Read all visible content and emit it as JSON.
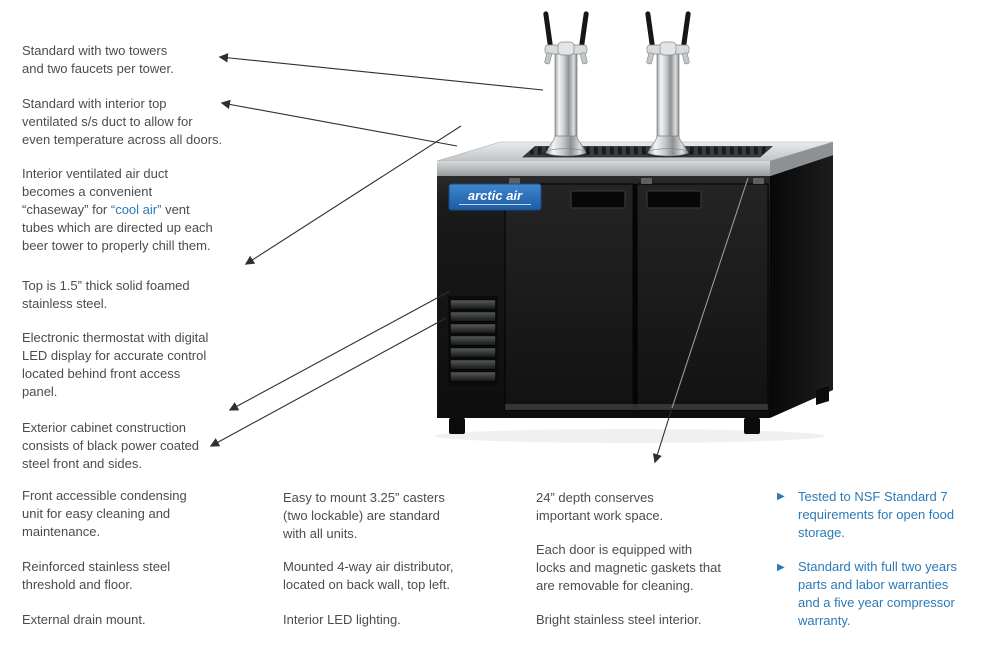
{
  "colors": {
    "accent_blue": "#2b7ab8",
    "body_text": "#4c4c4c",
    "arrow": "#2f2f2f",
    "cabinet_black": "#141414",
    "stainless": "#c9cdcf"
  },
  "brand": {
    "name": "arctic air"
  },
  "bullet_icon": "▶",
  "callouts": {
    "left": [
      {
        "text": "Standard with two towers\nand two faucets per tower."
      },
      {
        "text": "Standard with interior top\nventilated s/s duct to allow for\neven temperature across all doors."
      },
      {
        "part1": "Interior ventilated air duct\nbecomes a convenient\n“chaseway” for ",
        "highlight": "“cool air”",
        "part2": " vent\ntubes which are directed up each\nbeer tower to properly chill them."
      },
      {
        "text": "Top is 1.5” thick solid foamed\nstainless steel."
      },
      {
        "text": "Electronic thermostat with digital\nLED display for accurate control\nlocated behind front access\npanel."
      },
      {
        "text": "Exterior cabinet construction\nconsists of black power coated\nsteel front and sides."
      },
      {
        "text": "Front accessible condensing\nunit for easy cleaning and\nmaintenance."
      },
      {
        "text": "Reinforced stainless steel\nthreshold and floor."
      },
      {
        "text": "External drain mount."
      }
    ],
    "column1": [
      {
        "text": "Easy to mount 3.25” casters\n(two lockable) are standard\nwith all units."
      },
      {
        "text": "Mounted 4-way air distributor,\nlocated on back wall, top left."
      },
      {
        "text": "Interior LED lighting."
      }
    ],
    "column2": [
      {
        "text": "24” depth conserves\nimportant work space."
      },
      {
        "text": "Each door is equipped with\nlocks and magnetic gaskets that\nare removable for cleaning."
      },
      {
        "text": "Bright stainless steel interior."
      }
    ],
    "right": [
      {
        "text": "Tested to NSF Standard 7\nrequirements for open food\nstorage."
      },
      {
        "text": "Standard with full two years\nparts and labor warranties\nand a five year compressor\nwarranty."
      }
    ]
  }
}
